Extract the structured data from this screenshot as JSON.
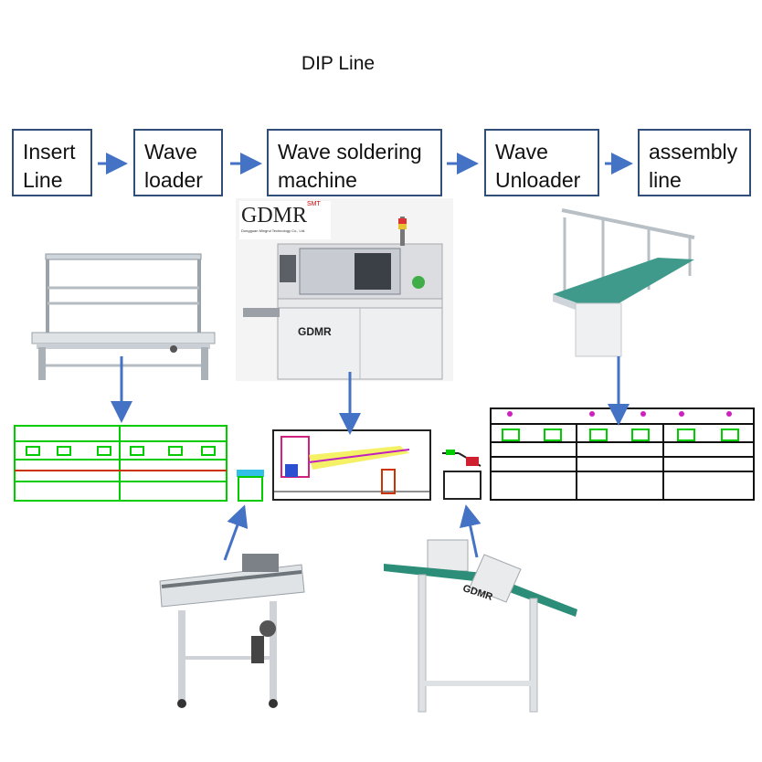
{
  "title": "DIP Line",
  "steps": [
    {
      "line1": "Insert",
      "line2": "Line"
    },
    {
      "line1": "Wave",
      "line2": "loader"
    },
    {
      "line1": "Wave soldering",
      "line2": "machine"
    },
    {
      "line1": "Wave",
      "line2": "Unloader"
    },
    {
      "line1": "assembly",
      "line2": "line"
    }
  ],
  "logo": {
    "brand": "GDMR",
    "sup": "SMT",
    "company": "Dongguan Mingrui Technology Co., Ltd."
  },
  "machine_labels": {
    "soldering": "GDMR",
    "unloader": "GDMR"
  },
  "colors": {
    "box_border": "#2f4f7a",
    "arrow": "#4472c4",
    "cad_green": "#00cc00"
  }
}
